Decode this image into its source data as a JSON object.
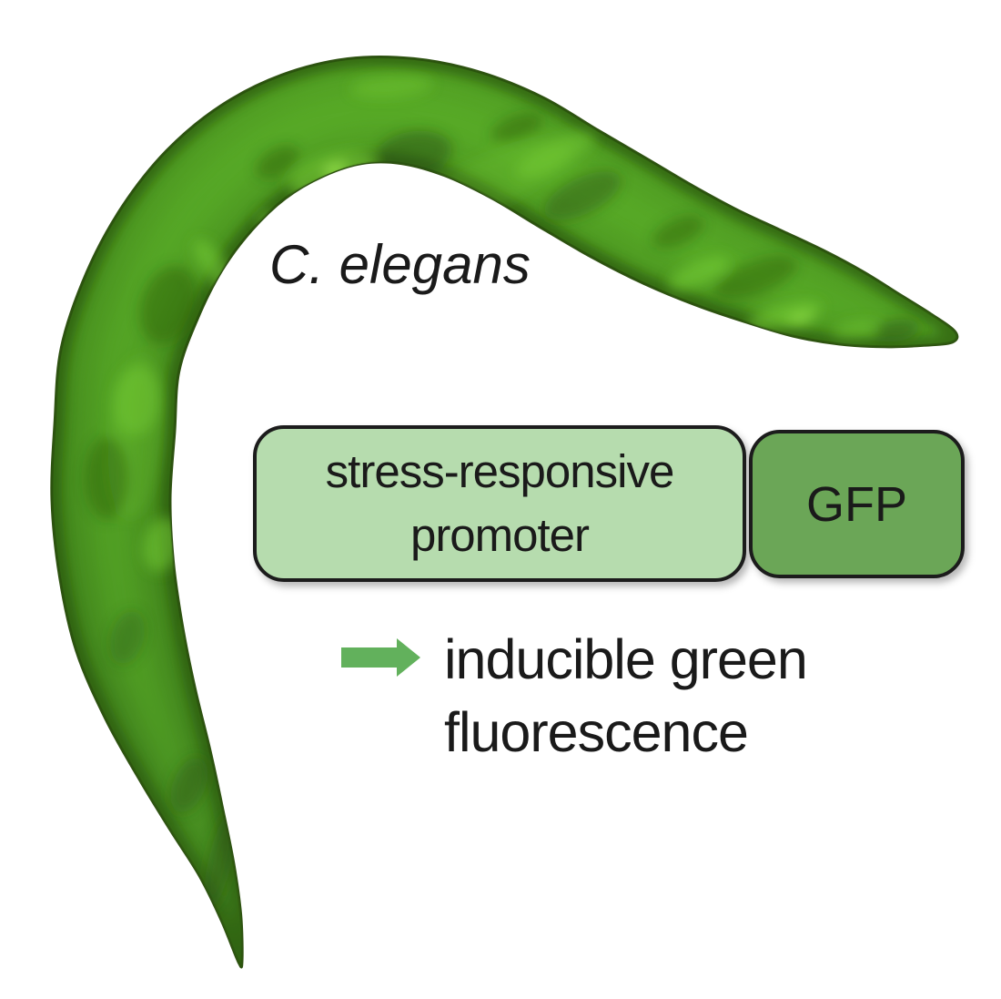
{
  "background_color": "#ffffff",
  "text_color": "#1a1a1a",
  "organism": {
    "label": "C. elegans"
  },
  "construct": {
    "promoter": {
      "line1": "stress-responsive",
      "line2": "promoter",
      "fill": "#b6dcae"
    },
    "gfp": {
      "label": "GFP",
      "fill": "#6ba657"
    },
    "border_color": "#1c1c1c"
  },
  "result": {
    "arrow_color": "#62b15c",
    "caption_line1": "inducible green",
    "caption_line2": "fluorescence"
  },
  "worm_image": {
    "alt": "green fluorescent C. elegans worm micrograph",
    "colors": {
      "body_light": "#52a024",
      "body": "#468c1e",
      "body_dark": "#3a771c",
      "edge": "#2c5711",
      "outline": "#2e5211",
      "core_glow": "#5fb629",
      "highlight": "#7ad336",
      "highlight_bright": "#97e44c",
      "shadow_blotch": "#2a5410"
    }
  }
}
